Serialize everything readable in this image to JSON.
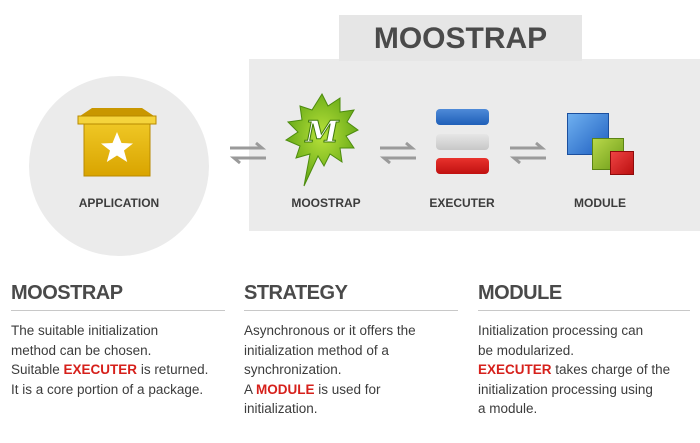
{
  "diagram": {
    "group_title": "MOOSTRAP",
    "application_label": "APPLICATION",
    "moostrap_label": "MOOSTRAP",
    "moostrap_logo_letter": "M",
    "executer_label": "EXECUTER",
    "module_label": "MODULE"
  },
  "columns": [
    {
      "title": "MOOSTRAP",
      "lines": [
        [
          {
            "text": "The suitable initialization"
          }
        ],
        [
          {
            "text": "method can be chosen."
          }
        ],
        [
          {
            "text": "Suitable "
          },
          {
            "text": "EXECUTER",
            "emphasis": true
          },
          {
            "text": " is returned."
          }
        ],
        [
          {
            "text": "It is a core portion of a package."
          }
        ]
      ]
    },
    {
      "title": "STRATEGY",
      "lines": [
        [
          {
            "text": "Asynchronous or it offers the"
          }
        ],
        [
          {
            "text": "initialization method of a"
          }
        ],
        [
          {
            "text": "synchronization."
          }
        ],
        [
          {
            "text": "A "
          },
          {
            "text": "MODULE",
            "emphasis": true
          },
          {
            "text": " is used for"
          }
        ],
        [
          {
            "text": "initialization."
          }
        ]
      ]
    },
    {
      "title": "MODULE",
      "lines": [
        [
          {
            "text": "Initialization processing can"
          }
        ],
        [
          {
            "text": "be modularized."
          }
        ],
        [
          {
            "text": "EXECUTER",
            "emphasis": true
          },
          {
            "text": " takes charge of the"
          }
        ],
        [
          {
            "text": "initialization processing using"
          }
        ],
        [
          {
            "text": "a module."
          }
        ]
      ]
    }
  ],
  "colors": {
    "emphasis": "#d6201b",
    "heading": "#4a4a4a",
    "panel": "#ebebeb",
    "arrow": "#999999"
  }
}
